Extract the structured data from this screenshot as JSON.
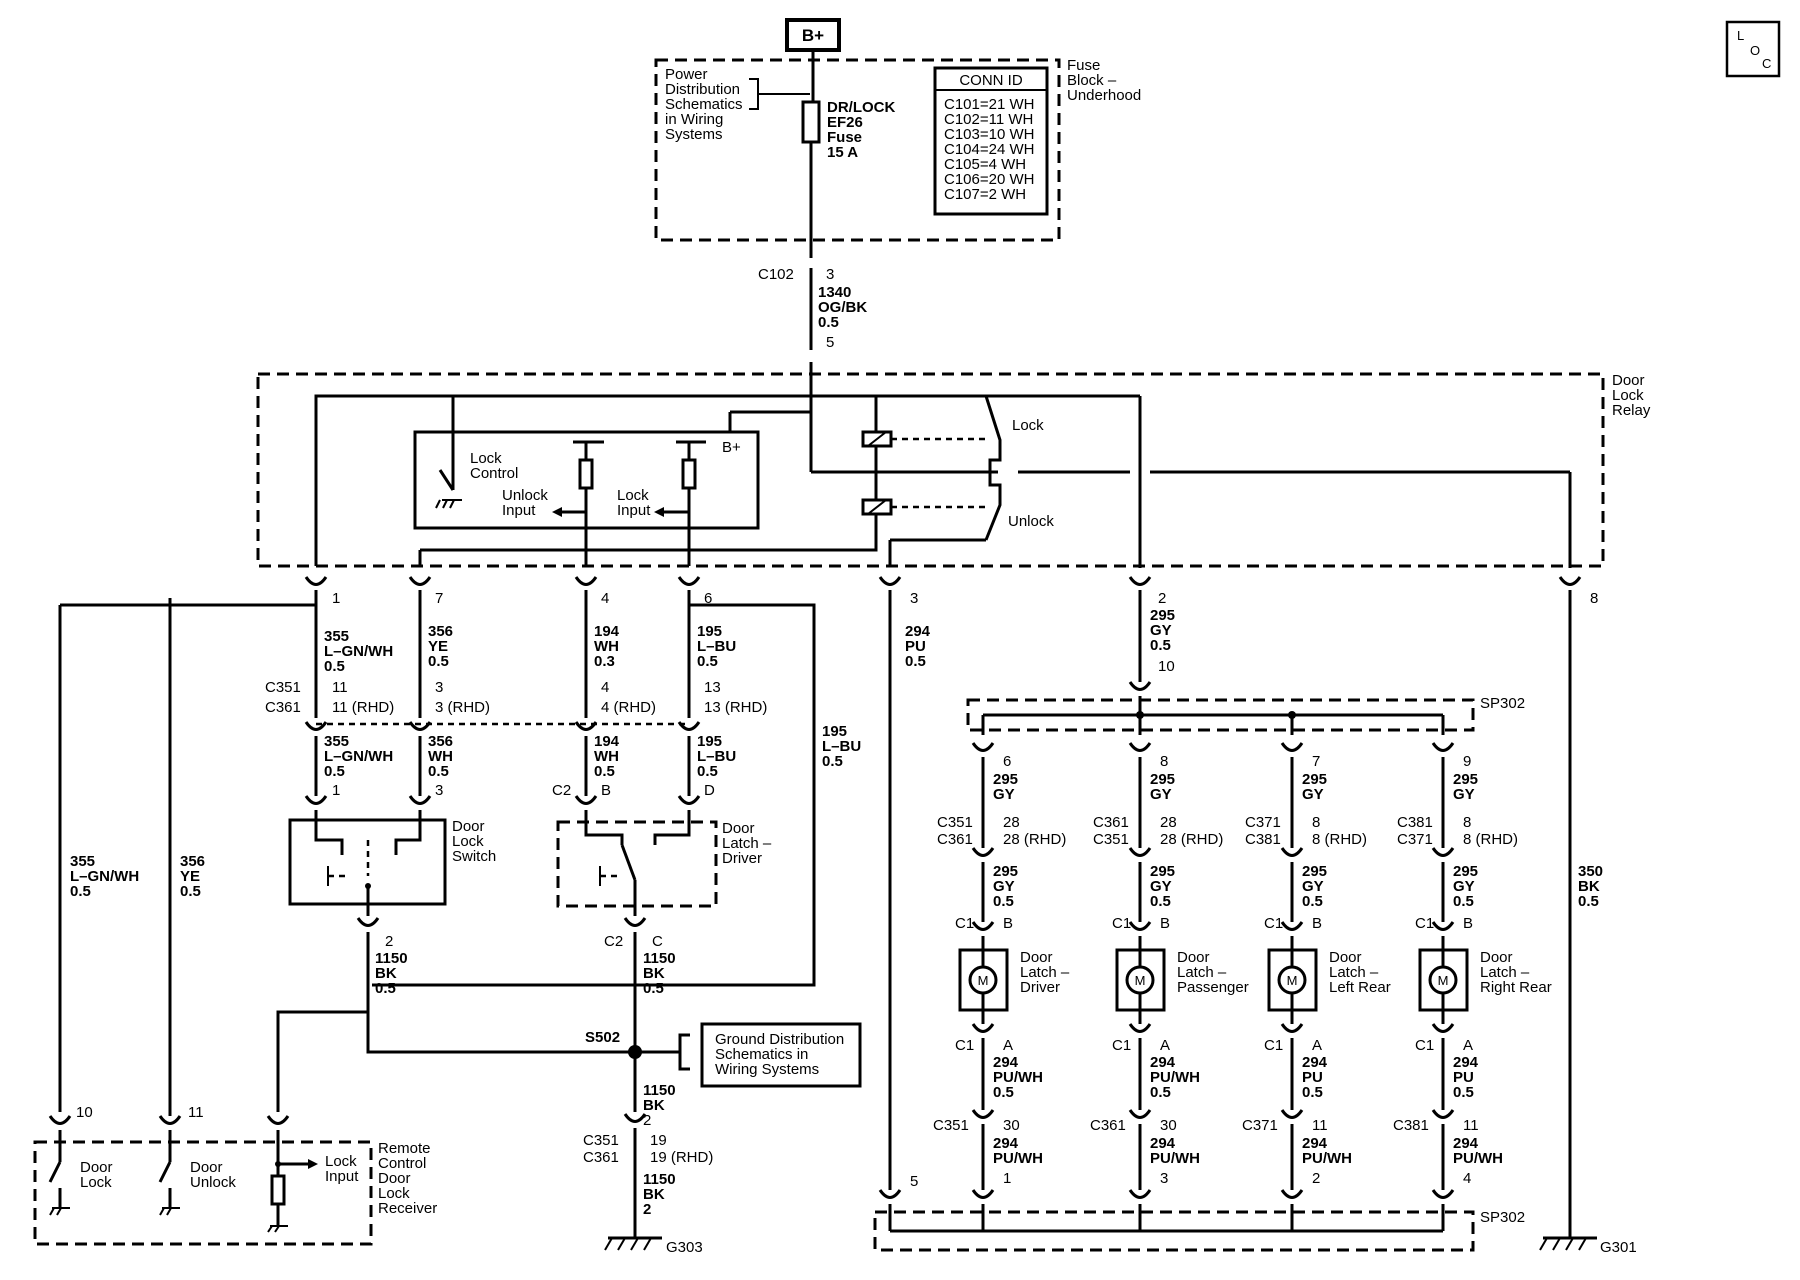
{
  "battery": "B+",
  "loc_badge": [
    "L",
    "O",
    "C"
  ],
  "fuse_block": {
    "label": [
      "Fuse",
      "Block –",
      "Underhood"
    ],
    "power_ref": [
      "Power",
      "Distribution",
      "Schematics",
      "in Wiring",
      "Systems"
    ],
    "fuse": [
      "DR/LOCK",
      "EF26",
      "Fuse",
      "15 A"
    ],
    "conn_title": "CONN ID",
    "conn_ids": [
      "C101=21 WH",
      "C102=11 WH",
      "C103=10 WH",
      "C104=24 WH",
      "C105=4 WH",
      "C106=20 WH",
      "C107=2 WH"
    ]
  },
  "c102": {
    "conn": "C102",
    "pin_top": "3",
    "wire": [
      "1340",
      "OG/BK",
      "0.5"
    ],
    "pin_bottom": "5"
  },
  "relay": {
    "label": [
      "Door",
      "Lock",
      "Relay"
    ],
    "bplus": "B+",
    "lock_control": [
      "Lock",
      "Control"
    ],
    "unlock_input": [
      "Unlock",
      "Input"
    ],
    "lock_input": [
      "Lock",
      "Input"
    ],
    "lock": "Lock",
    "unlock": "Unlock",
    "pins": [
      "1",
      "7",
      "4",
      "6",
      "3",
      "2",
      "8"
    ]
  },
  "wires_upper": {
    "p1": [
      "355",
      "L–GN/WH",
      "0.5"
    ],
    "p7": [
      "356",
      "YE",
      "0.5"
    ],
    "p4": [
      "194",
      "WH",
      "0.3"
    ],
    "p6": [
      "195",
      "L–BU",
      "0.5"
    ],
    "p3": [
      "294",
      "PU",
      "0.5"
    ],
    "p2": [
      "295",
      "GY",
      "0.5"
    ],
    "p2_pin": "10"
  },
  "c351_row": {
    "c351": "C351",
    "c361": "C361",
    "a": [
      "11",
      "11 (RHD)"
    ],
    "b": [
      "3",
      "3 (RHD)"
    ],
    "c": [
      "4",
      "4 (RHD)"
    ],
    "d": [
      "13",
      "13 (RHD)"
    ]
  },
  "wires_lower": {
    "p1": [
      "355",
      "L–GN/WH",
      "0.5"
    ],
    "p7": [
      "356",
      "WH",
      "0.5"
    ],
    "p4": [
      "194",
      "WH",
      "0.5"
    ],
    "p6": [
      "195",
      "L–BU",
      "0.5"
    ]
  },
  "door_lock_switch": {
    "label": [
      "Door",
      "Lock",
      "Switch"
    ],
    "pins": [
      "1",
      "3"
    ],
    "bottom_pin": "2",
    "wire": [
      "1150",
      "BK",
      "0.5"
    ]
  },
  "door_latch_driver_sw": {
    "label": [
      "Door",
      "Latch –",
      "Driver"
    ],
    "c2": "C2",
    "pins": [
      "B",
      "D"
    ],
    "bottom_pin": "C",
    "wire": [
      "1150",
      "BK",
      "0.5"
    ]
  },
  "bypass_195": [
    "195",
    "L–BU",
    "0.5"
  ],
  "s502": "S502",
  "ground_ref": [
    "Ground Distribution",
    "Schematics in",
    "Wiring Systems"
  ],
  "ground_lower": {
    "wire1": [
      "1150",
      "BK"
    ],
    "pin": "2",
    "c351": "C351",
    "c361": "C361",
    "pins": [
      "19",
      "19 (RHD)"
    ],
    "wire2": [
      "1150",
      "BK",
      "2"
    ],
    "ground": "G303"
  },
  "left_wires": {
    "a": [
      "355",
      "L–GN/WH",
      "0.5"
    ],
    "b": [
      "356",
      "YE",
      "0.5"
    ]
  },
  "receiver": {
    "label": [
      "Remote",
      "Control",
      "Door",
      "Lock",
      "Receiver"
    ],
    "pins": [
      "10",
      "11"
    ],
    "door_lock": [
      "Door",
      "Lock"
    ],
    "door_unlock": [
      "Door",
      "Unlock"
    ],
    "lock_input": [
      "Lock",
      "Input"
    ]
  },
  "sp302": "SP302",
  "latches": [
    {
      "name": [
        "Door",
        "Latch –",
        "Driver"
      ],
      "pin_top": "6",
      "wire_top": [
        "295",
        "GY"
      ],
      "conn": [
        "C351",
        "C361"
      ],
      "pins": [
        "28",
        "28 (RHD)"
      ],
      "wire_mid": [
        "295",
        "GY",
        "0.5"
      ],
      "c1": "C1",
      "b": "B",
      "a": "A",
      "wire_bot": [
        "294",
        "PU/WH",
        "0.5"
      ],
      "conn2": "C351",
      "pin2": "30",
      "wire_end": [
        "294",
        "PU/WH",
        "1"
      ]
    },
    {
      "name": [
        "Door",
        "Latch –",
        "Passenger"
      ],
      "pin_top": "8",
      "wire_top": [
        "295",
        "GY"
      ],
      "conn": [
        "C361",
        "C351"
      ],
      "pins": [
        "28",
        "28 (RHD)"
      ],
      "wire_mid": [
        "295",
        "GY",
        "0.5"
      ],
      "c1": "C1",
      "b": "B",
      "a": "A",
      "wire_bot": [
        "294",
        "PU/WH",
        "0.5"
      ],
      "conn2": "C361",
      "pin2": "30",
      "wire_end": [
        "294",
        "PU/WH",
        "3"
      ]
    },
    {
      "name": [
        "Door",
        "Latch –",
        "Left Rear"
      ],
      "pin_top": "7",
      "wire_top": [
        "295",
        "GY"
      ],
      "conn": [
        "C371",
        "C381"
      ],
      "pins": [
        "8",
        "8 (RHD)"
      ],
      "wire_mid": [
        "295",
        "GY",
        "0.5"
      ],
      "c1": "C1",
      "b": "B",
      "a": "A",
      "wire_bot": [
        "294",
        "PU",
        "0.5"
      ],
      "conn2": "C371",
      "pin2": "11",
      "wire_end": [
        "294",
        "PU/WH",
        "2"
      ]
    },
    {
      "name": [
        "Door",
        "Latch –",
        "Right Rear"
      ],
      "pin_top": "9",
      "wire_top": [
        "295",
        "GY"
      ],
      "conn": [
        "C381",
        "C371"
      ],
      "pins": [
        "8",
        "8 (RHD)"
      ],
      "wire_mid": [
        "295",
        "GY",
        "0.5"
      ],
      "c1": "C1",
      "b": "B",
      "a": "A",
      "wire_bot": [
        "294",
        "PU",
        "0.5"
      ],
      "conn2": "C381",
      "pin2": "11",
      "wire_end": [
        "294",
        "PU/WH",
        "4"
      ]
    }
  ],
  "motor_symbol": "M",
  "pin5": "5",
  "g301": {
    "wire": [
      "350",
      "BK",
      "0.5"
    ],
    "ground": "G301"
  }
}
